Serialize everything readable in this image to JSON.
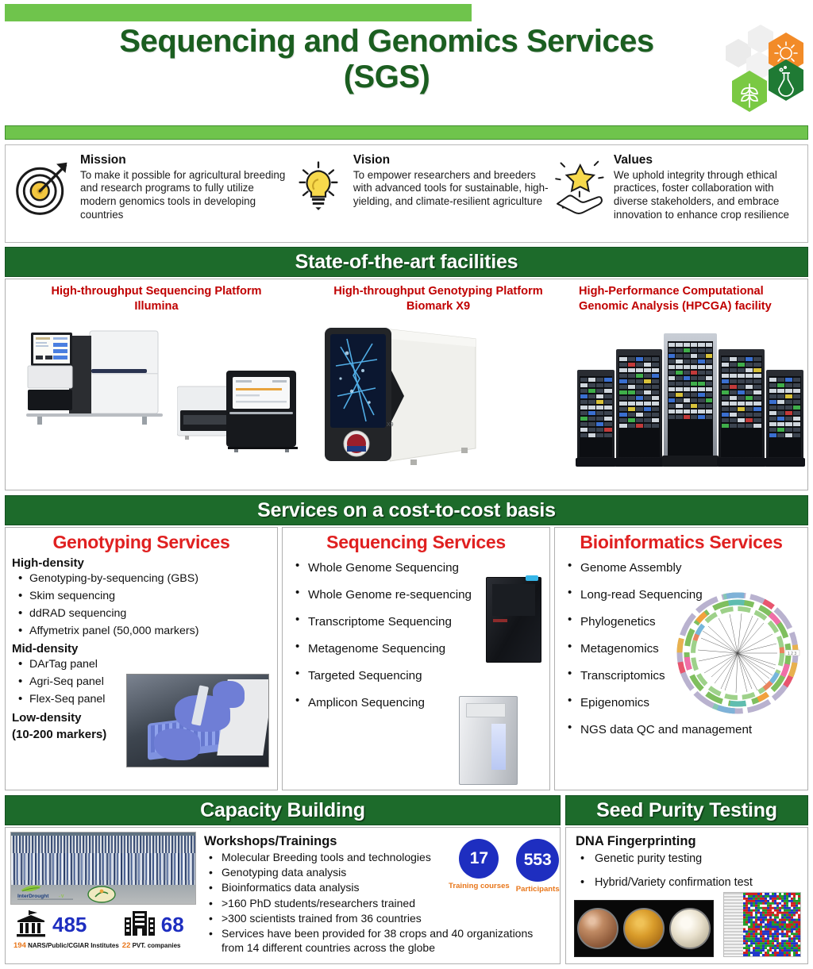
{
  "header": {
    "title_line1": "Sequencing and Genomics Services",
    "title_line2": "(SGS)",
    "logo_name": "sgs-hexagon-logo"
  },
  "mvv": [
    {
      "icon": "target-icon",
      "heading": "Mission",
      "text": "To make it possible for agricultural breeding and research programs to fully utilize modern genomics tools in developing countries"
    },
    {
      "icon": "lightbulb-icon",
      "heading": "Vision",
      "text": "To empower researchers and breeders with advanced tools for sustainable, high-yielding, and climate-resilient agriculture"
    },
    {
      "icon": "star-in-hand-icon",
      "heading": "Values",
      "text": "We uphold integrity through ethical practices, foster collaboration with diverse stakeholders, and embrace innovation to enhance crop resilience"
    }
  ],
  "facilities": {
    "header": "State-of-the-art facilities",
    "items": [
      {
        "title_line1": "High-throughput Sequencing Platform",
        "title_line2": "Illumina",
        "image": "illumina-sequencer-photo"
      },
      {
        "title_line1": "High-throughput Genotyping Platform",
        "title_line2": "Biomark X9",
        "image": "biomark-x9-photo"
      },
      {
        "title_line1": "High-Performance Computational",
        "title_line2": "Genomic Analysis (HPCGA) facility",
        "image": "server-racks-photo"
      }
    ]
  },
  "services": {
    "header": "Services on a cost-to-cost basis",
    "genotyping": {
      "title": "Genotyping Services",
      "high_density_label": "High-density",
      "high_density": [
        "Genotyping-by-sequencing (GBS)",
        "Skim sequencing",
        "ddRAD sequencing",
        "Affymetrix panel (50,000 markers)"
      ],
      "mid_density_label": "Mid-density",
      "mid_density": [
        "DArTag panel",
        "Agri-Seq panel",
        "Flex-Seq panel"
      ],
      "low_density_label": "Low-density",
      "low_density_note": "(10-200 markers)",
      "image": "pipetting-lab-photo"
    },
    "sequencing": {
      "title": "Sequencing Services",
      "items": [
        "Whole Genome Sequencing",
        "Whole Genome re-sequencing",
        "Transcriptome Sequencing",
        "Metagenome Sequencing",
        "Targeted Sequencing",
        "Amplicon Sequencing"
      ],
      "image": "sequencer-instruments-photo"
    },
    "bioinformatics": {
      "title": "Bioinformatics Services",
      "items": [
        "Genome Assembly",
        "Long-read Sequencing",
        "Phylogenetics",
        "Metagenomics",
        "Transcriptomics",
        "Epigenomics",
        "NGS data QC and management"
      ],
      "image": "circos-phylogenetic-tree-figure"
    }
  },
  "capacity": {
    "header": "Capacity Building",
    "photo": "group-training-photo",
    "photo_logo": "interdrought-v-logo",
    "subtitle": "Workshops/Trainings",
    "items": [
      "Molecular Breeding tools and technologies",
      "Genotyping data analysis",
      "Bioinformatics data analysis",
      ">160 PhD students/researchers trained",
      ">300 scientists trained from 36 countries",
      "Services have been provided for 38 crops and 40 organizations from 14 different countries across the globe"
    ],
    "stats": [
      {
        "value": "17",
        "label": "Training courses"
      },
      {
        "value": "553",
        "label": "Participants"
      }
    ],
    "kpis": [
      {
        "icon": "institution-icon",
        "value": "485",
        "count": "194",
        "caption": "NARS/Public/CGIAR Institutes"
      },
      {
        "icon": "building-icon",
        "value": "68",
        "count": "22",
        "caption": "PVT. companies"
      }
    ]
  },
  "seed_purity": {
    "header": "Seed Purity Testing",
    "subtitle": "DNA Fingerprinting",
    "items": [
      "Genetic purity testing",
      "Hybrid/Variety confirmation test"
    ],
    "image_petri": "seed-petri-dishes-photo",
    "image_gel": "snp-genotype-heatmap-image"
  },
  "colors": {
    "green_bar": "#6fc44c",
    "dark_green": "#1d6b2b",
    "title_green": "#1b5e20",
    "red": "#e02020",
    "dark_red": "#c00000",
    "blue": "#1e2ec0",
    "orange": "#e8761a"
  }
}
